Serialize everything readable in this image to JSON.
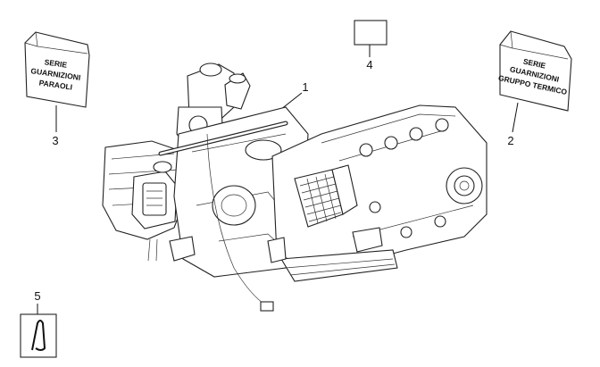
{
  "callouts": {
    "n1": "1",
    "n2": "2",
    "n3": "3",
    "n4": "4",
    "n5": "5"
  },
  "bag_left": {
    "line1": "SERIE",
    "line2": "GUARNIZIONI",
    "line3": "PARAOLI"
  },
  "bag_right": {
    "line1": "SERIE",
    "line2": "GUARNIZIONI",
    "line3": "GRUPPO TERMICO"
  }
}
